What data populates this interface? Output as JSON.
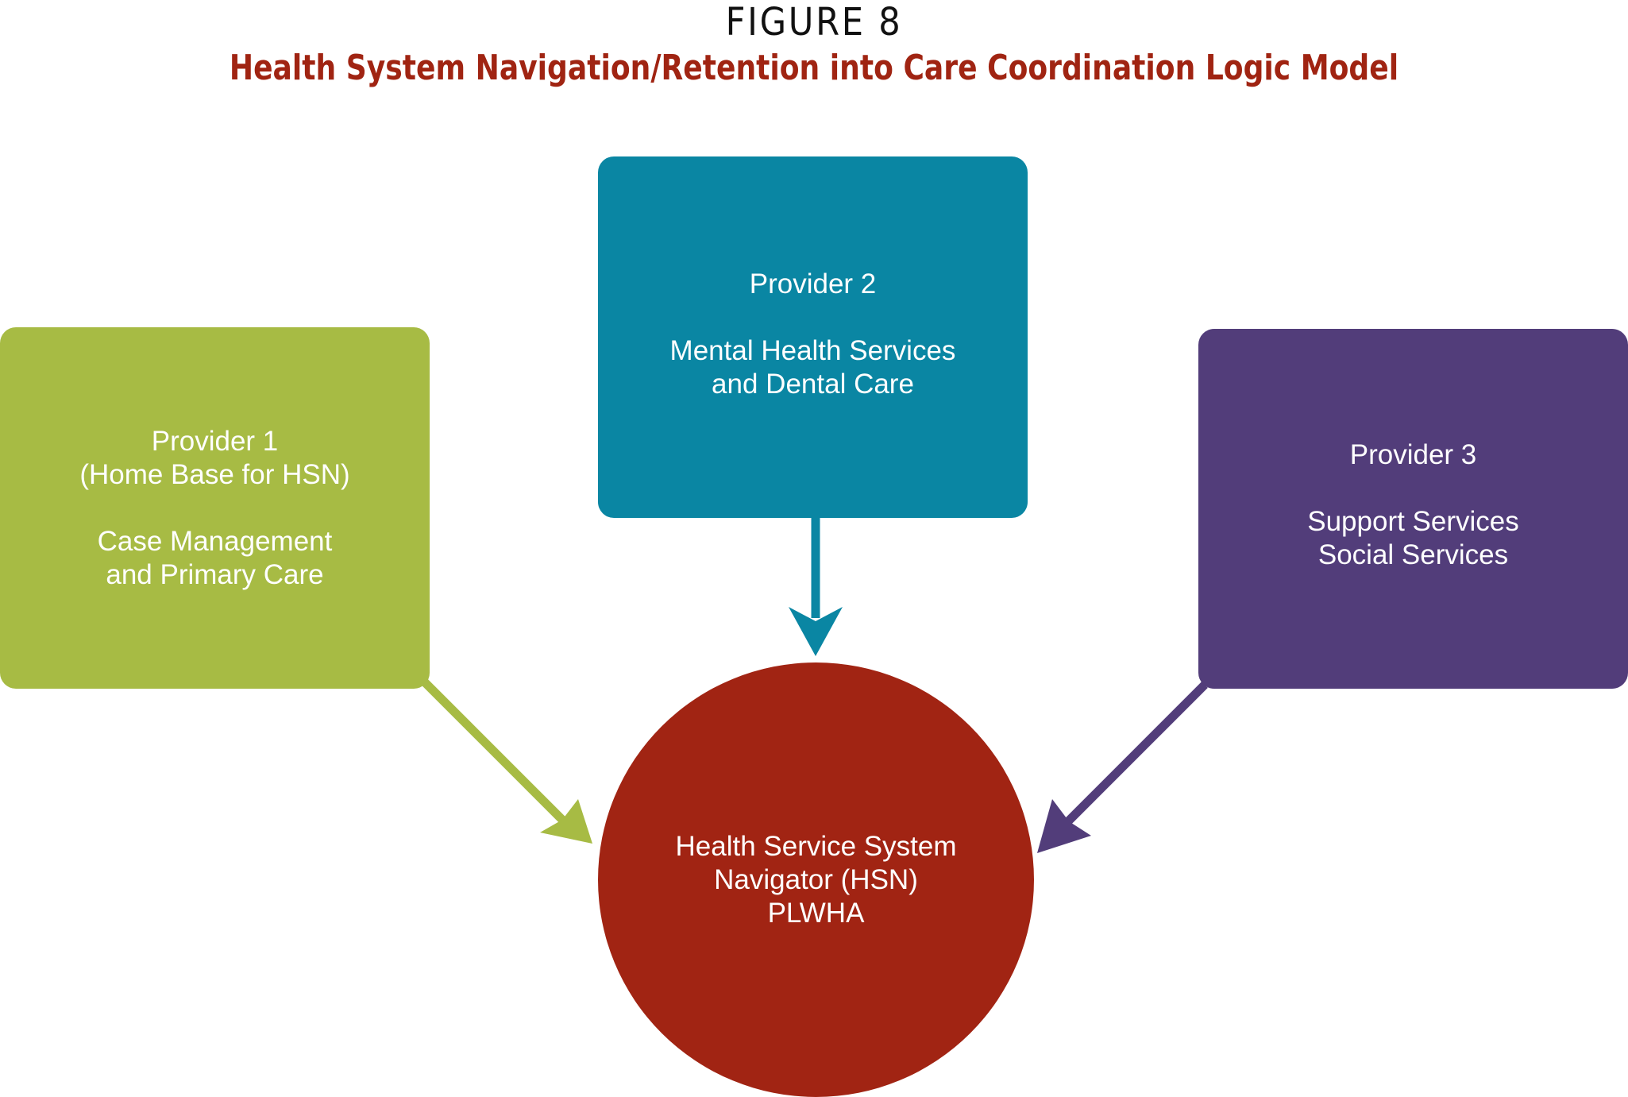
{
  "figure": {
    "label": "FIGURE 8",
    "title": "Health System Navigation/Retention into Care Coordination Logic Model"
  },
  "providers": [
    {
      "name": "Provider 1",
      "subtitle": "(Home Base for HSN)",
      "services": [
        "Case Management",
        "and Primary Care"
      ],
      "color": "#a7bb44"
    },
    {
      "name": "Provider 2",
      "services": [
        "Mental Health Services",
        "and Dental Care"
      ],
      "color": "#0a86a3"
    },
    {
      "name": "Provider 3",
      "services": [
        "Support Services",
        "Social Services"
      ],
      "color": "#523d7a"
    }
  ],
  "center": {
    "lines": [
      "Health Service System",
      "Navigator (HSN)",
      "PLWHA"
    ],
    "color": "#a12413"
  }
}
